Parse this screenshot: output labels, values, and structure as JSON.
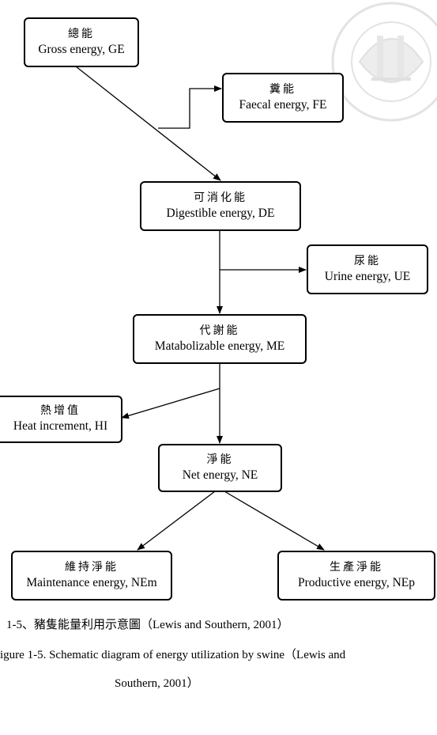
{
  "watermark": {
    "icon": "university-seal-watermark",
    "color": "#e2e2e2"
  },
  "nodes": {
    "ge": {
      "zh": "總能",
      "en": "Gross energy, GE"
    },
    "fe": {
      "zh": "糞能",
      "en": "Faecal energy, FE"
    },
    "de": {
      "zh": "可消化能",
      "en": "Digestible energy, DE"
    },
    "ue": {
      "zh": "尿能",
      "en": "Urine energy, UE"
    },
    "me": {
      "zh": "代謝能",
      "en": "Matabolizable energy, ME"
    },
    "hi": {
      "zh": "熱增值",
      "en": "Heat increment, HI"
    },
    "ne": {
      "zh": "淨能",
      "en": "Net energy, NE"
    },
    "nem": {
      "zh": "維持淨能",
      "en": "Maintenance energy, NEm"
    },
    "nep": {
      "zh": "生產淨能",
      "en": "Productive energy, NEp"
    }
  },
  "caption": {
    "zh": "1-5、豬隻能量利用示意圖（Lewis and Southern, 2001）",
    "en_line1": "igure 1-5. Schematic diagram of energy utilization by swine（Lewis and",
    "en_line2": "Southern, 2001）"
  }
}
